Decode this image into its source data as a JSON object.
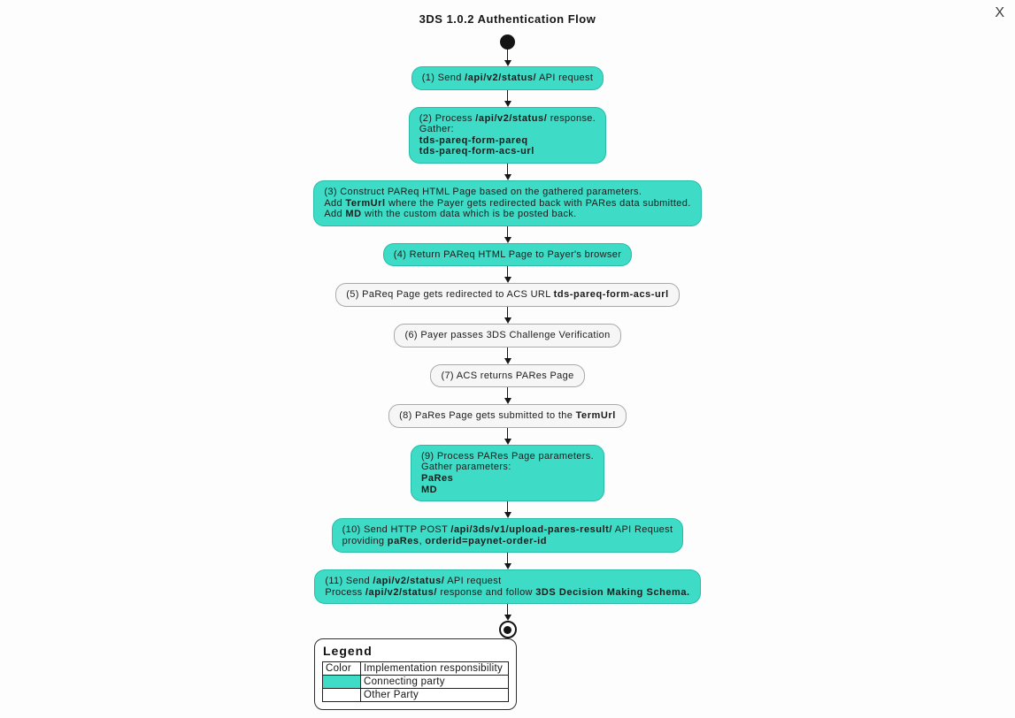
{
  "close_label": "X",
  "title": "3DS 1.0.2 Authentication Flow",
  "colors": {
    "action_teal": "#3EDCC6",
    "action_teal_border": "#27BCA7",
    "action_plain": "#F6F6F6",
    "action_plain_border": "#A9A9A9"
  },
  "flow": {
    "nodes": [
      {
        "kind": "start"
      },
      {
        "kind": "action",
        "id": 1,
        "fill": "teal",
        "lines": [
          [
            {
              "t": "(1) Send ",
              "b": false
            },
            {
              "t": "/api/v2/status/",
              "b": true
            },
            {
              "t": " API request",
              "b": false
            }
          ]
        ]
      },
      {
        "kind": "action",
        "id": 2,
        "fill": "teal",
        "lines": [
          [
            {
              "t": "(2) Process ",
              "b": false
            },
            {
              "t": "/api/v2/status/",
              "b": true
            },
            {
              "t": " response.",
              "b": false
            }
          ],
          [
            {
              "t": "Gather:",
              "b": false
            }
          ],
          [
            {
              "t": "tds-pareq-form-pareq",
              "b": true
            }
          ],
          [
            {
              "t": "tds-pareq-form-acs-url",
              "b": true
            }
          ]
        ]
      },
      {
        "kind": "action",
        "id": 3,
        "fill": "teal",
        "lines": [
          [
            {
              "t": "(3) Construct PAReq HTML Page based on the gathered parameters.",
              "b": false
            }
          ],
          [
            {
              "t": "Add ",
              "b": false
            },
            {
              "t": "TermUrl",
              "b": true
            },
            {
              "t": " where the Payer gets redirected back with PARes data submitted.",
              "b": false
            }
          ],
          [
            {
              "t": "Add ",
              "b": false
            },
            {
              "t": "MD",
              "b": true
            },
            {
              "t": " with the custom data which is be posted back.",
              "b": false
            }
          ]
        ]
      },
      {
        "kind": "action",
        "id": 4,
        "fill": "teal",
        "lines": [
          [
            {
              "t": "(4) Return PAReq HTML Page to Payer's browser",
              "b": false
            }
          ]
        ]
      },
      {
        "kind": "action",
        "id": 5,
        "fill": "plain",
        "lines": [
          [
            {
              "t": "(5) PaReq Page gets redirected to ACS URL ",
              "b": false
            },
            {
              "t": "tds-pareq-form-acs-url",
              "b": true
            }
          ]
        ]
      },
      {
        "kind": "action",
        "id": 6,
        "fill": "plain",
        "lines": [
          [
            {
              "t": "(6) Payer passes 3DS Challenge Verification",
              "b": false
            }
          ]
        ]
      },
      {
        "kind": "action",
        "id": 7,
        "fill": "plain",
        "lines": [
          [
            {
              "t": "(7) ACS returns PARes Page",
              "b": false
            }
          ]
        ]
      },
      {
        "kind": "action",
        "id": 8,
        "fill": "plain",
        "lines": [
          [
            {
              "t": "(8) PaRes Page gets submitted to the ",
              "b": false
            },
            {
              "t": "TermUrl",
              "b": true
            }
          ]
        ]
      },
      {
        "kind": "action",
        "id": 9,
        "fill": "teal",
        "lines": [
          [
            {
              "t": "(9) Process PARes Page parameters.",
              "b": false
            }
          ],
          [
            {
              "t": "Gather parameters:",
              "b": false
            }
          ],
          [
            {
              "t": "PaRes",
              "b": true
            }
          ],
          [
            {
              "t": "MD",
              "b": true
            }
          ]
        ]
      },
      {
        "kind": "action",
        "id": 10,
        "fill": "teal",
        "lines": [
          [
            {
              "t": "(10) Send HTTP POST ",
              "b": false
            },
            {
              "t": "/api/3ds/v1/upload-pares-result/",
              "b": true
            },
            {
              "t": " API Request",
              "b": false
            }
          ],
          [
            {
              "t": "providing ",
              "b": false
            },
            {
              "t": "paRes",
              "b": true
            },
            {
              "t": ", ",
              "b": false
            },
            {
              "t": "orderid=paynet-order-id",
              "b": true
            }
          ]
        ]
      },
      {
        "kind": "action",
        "id": 11,
        "fill": "teal",
        "lines": [
          [
            {
              "t": "(11) Send ",
              "b": false
            },
            {
              "t": "/api/v2/status/",
              "b": true
            },
            {
              "t": " API request",
              "b": false
            }
          ],
          [
            {
              "t": "Process ",
              "b": false
            },
            {
              "t": "/api/v2/status/",
              "b": true
            },
            {
              "t": " response and follow ",
              "b": false
            },
            {
              "t": "3DS Decision Making Schema.",
              "b": true
            }
          ]
        ]
      },
      {
        "kind": "end"
      }
    ]
  },
  "legend": {
    "title": "Legend",
    "header": [
      "Color",
      "Implementation responsibility"
    ],
    "rows": [
      {
        "color": "#3EDCC6",
        "label": "Connecting party"
      },
      {
        "color": "#FFFFFF",
        "label": "Other Party"
      }
    ]
  }
}
